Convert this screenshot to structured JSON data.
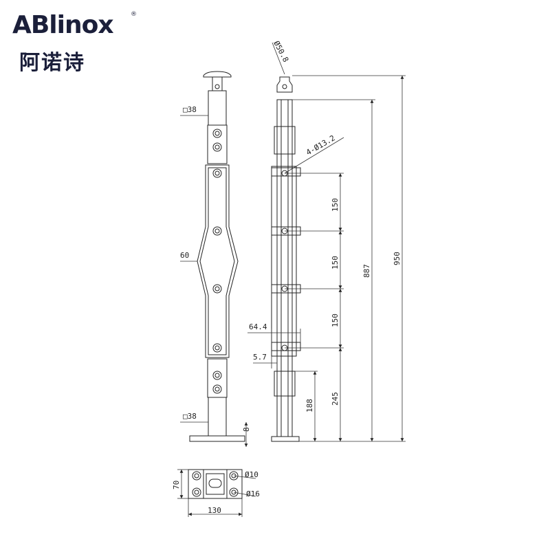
{
  "brand": {
    "name_en": "ABlinox",
    "name_cn": "阿诺诗",
    "reg_mark": "®",
    "colors": {
      "text": "#1b1f3a",
      "accent": "#2aa7e0"
    }
  },
  "front_view": {
    "top_square_label": "□38",
    "middle_width_label": "60",
    "bottom_square_label": "□38",
    "base_height_label": "8"
  },
  "side_view": {
    "handrail_label": "Ø50.8",
    "hole_label": "4-Ø13.2",
    "spacings": [
      "150",
      "150",
      "150"
    ],
    "clamp_offset_label": "64.4",
    "gap_label": "5.7",
    "bottom_hole_height": "245",
    "rail_height": "188",
    "post_height": "887",
    "total_height": "950"
  },
  "base_plate": {
    "height_label": "70",
    "width_label": "130",
    "hole_small_label": "Ø10",
    "hole_large_label": "Ø16"
  },
  "colors": {
    "line": "#222222",
    "dim": "#333333"
  }
}
